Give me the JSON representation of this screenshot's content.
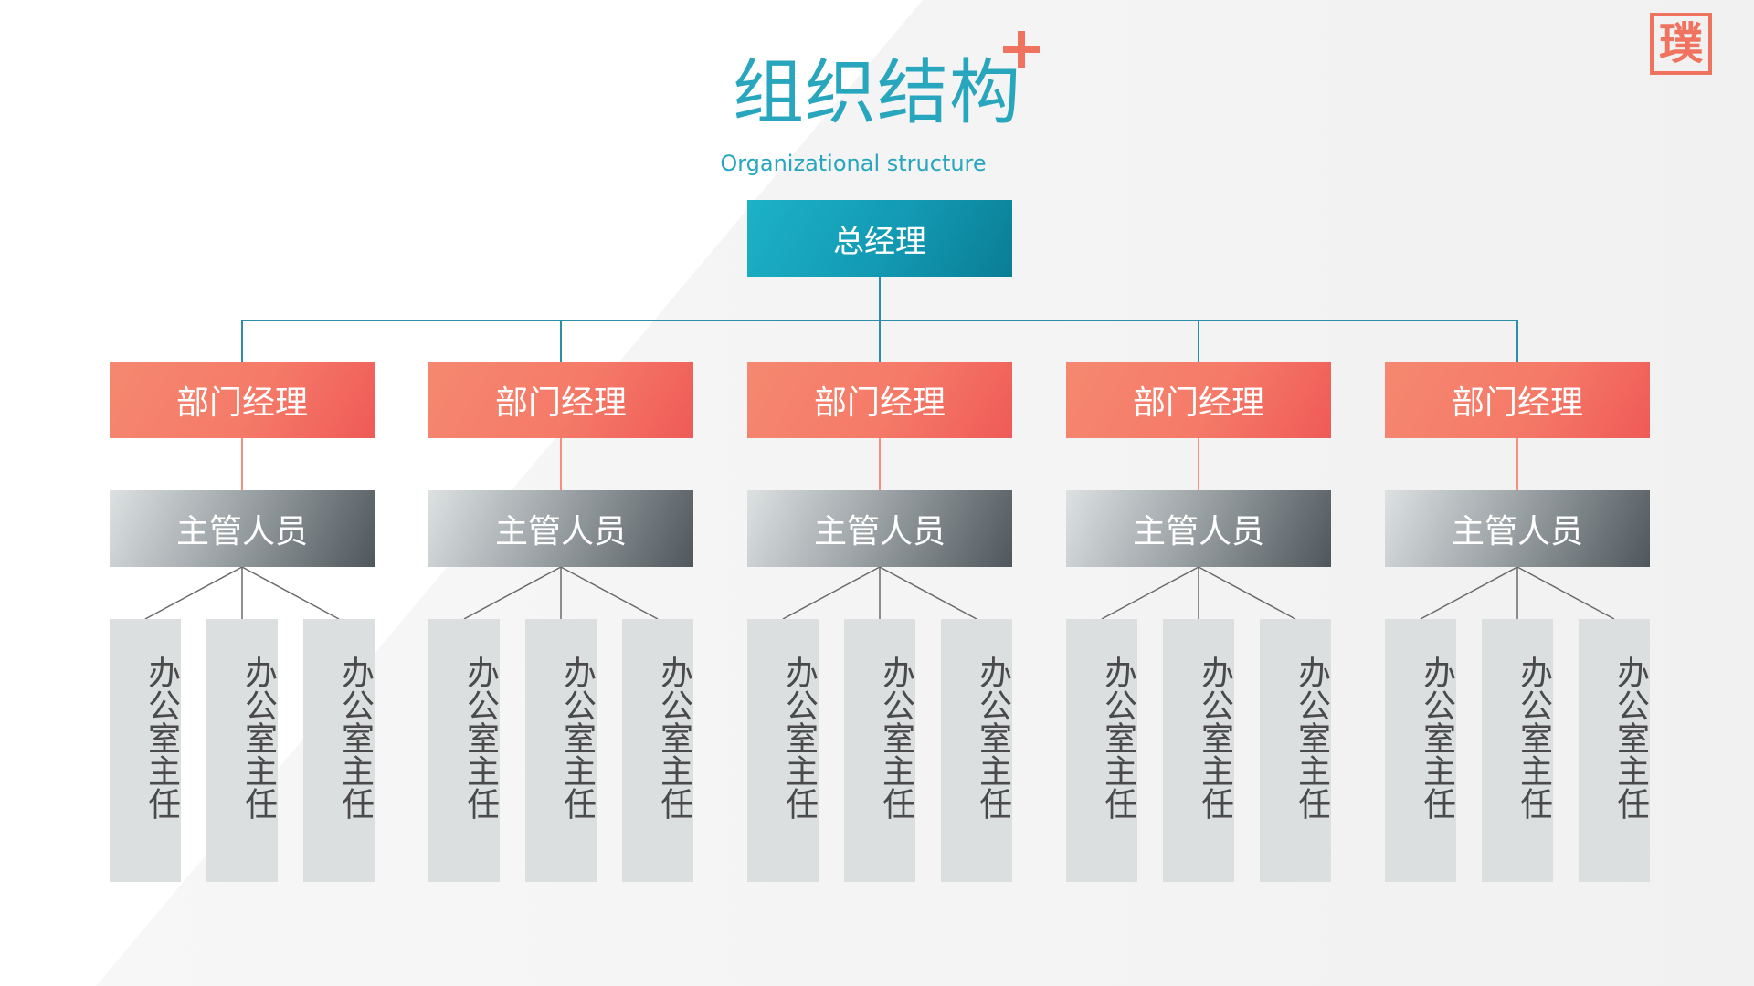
{
  "title": "组织结构",
  "subtitle": "Organizational structure",
  "logo_text": "璞",
  "colors": {
    "title": "#27a6be",
    "accent": "#f0735f",
    "gm_box": "#1399b3",
    "dept_box": "#f57a68",
    "supervisor_box": "#6f777b",
    "office_box": "#dcdfe0",
    "connector_top": "#2b8fa8",
    "connector_mid": "#f58f80",
    "connector_low": "#6a6a6a"
  },
  "org": {
    "root": {
      "label": "总经理"
    },
    "branches": [
      {
        "dept": "部门经理",
        "supervisor": "主管人员",
        "offices": [
          "办公室主任",
          "办公室主任",
          "办公室主任"
        ]
      },
      {
        "dept": "部门经理",
        "supervisor": "主管人员",
        "offices": [
          "办公室主任",
          "办公室主任",
          "办公室主任"
        ]
      },
      {
        "dept": "部门经理",
        "supervisor": "主管人员",
        "offices": [
          "办公室主任",
          "办公室主任",
          "办公室主任"
        ]
      },
      {
        "dept": "部门经理",
        "supervisor": "主管人员",
        "offices": [
          "办公室主任",
          "办公室主任",
          "办公室主任"
        ]
      },
      {
        "dept": "部门经理",
        "supervisor": "主管人员",
        "offices": [
          "办公室主任",
          "办公室主任",
          "办公室主任"
        ]
      }
    ]
  }
}
